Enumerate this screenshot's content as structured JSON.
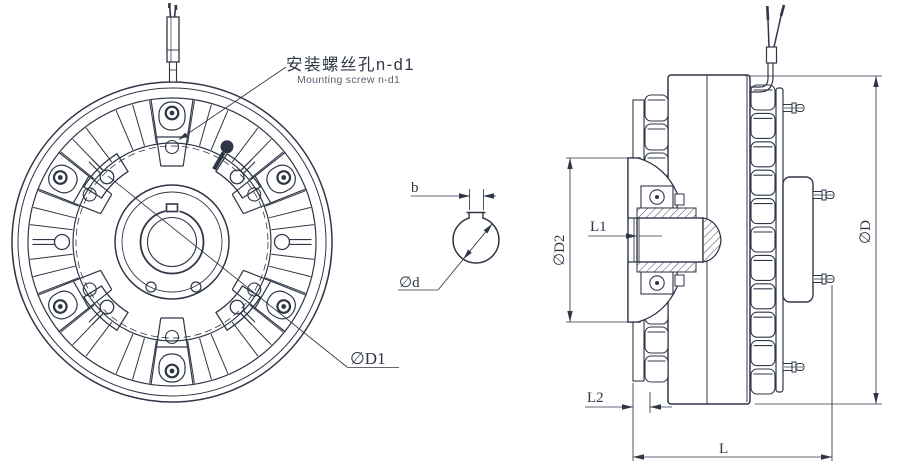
{
  "meta": {
    "drawing_type": "engineering drawing, magnetic powder brake/clutch, front and side section views",
    "background": "#ffffff",
    "ink": "#2f3646",
    "ink_light": "#596070"
  },
  "annotations": {
    "mounting_screw_cn": "安装螺丝孔n-d1",
    "mounting_screw_en": "Mounting screw n-d1",
    "dia_d1": "∅D1"
  },
  "shaft_detail": {
    "key_width": "b",
    "shaft_dia": "∅d"
  },
  "side_view": {
    "dia_d2": "∅D2",
    "l1": "L1",
    "dia_d": "∅D",
    "l2": "L2",
    "l": "L"
  }
}
